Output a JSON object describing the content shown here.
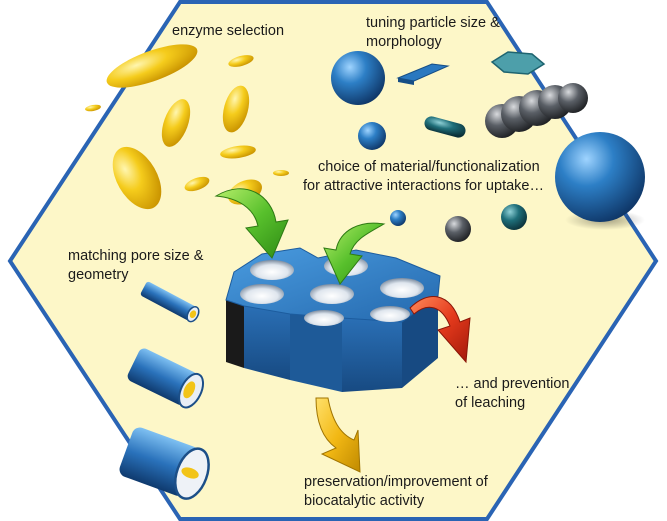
{
  "labels": {
    "enzyme_selection": "enzyme selection",
    "tuning_line1": "tuning particle size &",
    "tuning_line2": "morphology",
    "choice_line1": "choice of material/functionalization",
    "choice_line2": "for attractive interactions for uptake…",
    "matching_line1": "matching pore size &",
    "matching_line2": "geometry",
    "leaching_line1": "… and prevention",
    "leaching_line2": "of leaching",
    "preservation_line1": "preservation/improvement of",
    "preservation_line2": "biocatalytic activity"
  },
  "colors": {
    "hexagon_fill": "#fdf7c8",
    "hexagon_stroke": "#2a64b4",
    "enzyme": "#f2c418",
    "particle_blue": "#2a78c0",
    "particle_teal": "#1e6e78",
    "particle_grey": "#555a60",
    "support_blue": "#2f7fc4",
    "arrow_green": "#5cc22e",
    "arrow_red": "#e03a20",
    "arrow_yellow": "#f2b814"
  }
}
